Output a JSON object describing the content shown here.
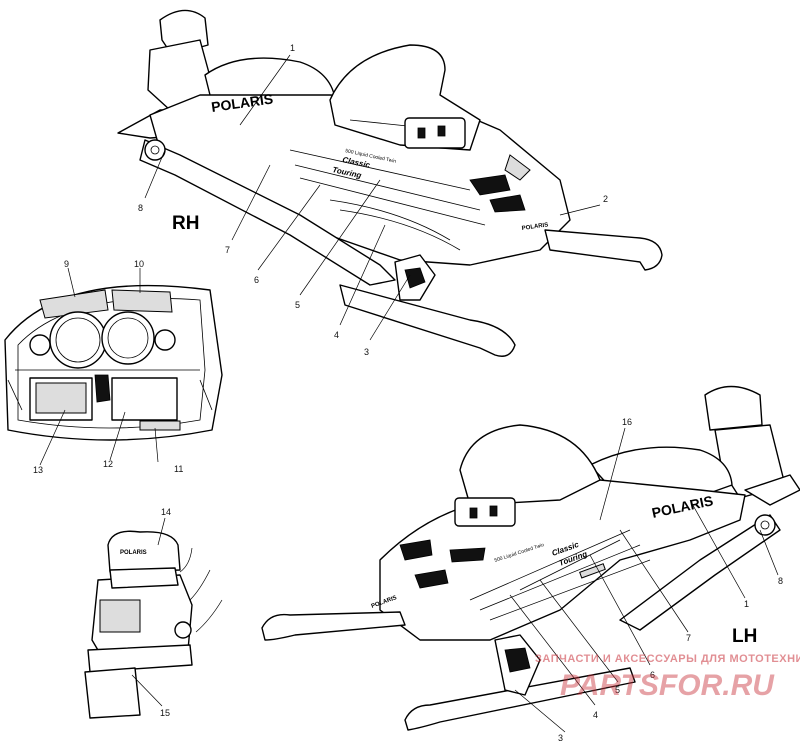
{
  "labels": {
    "rh": "RH",
    "lh": "LH"
  },
  "brand": {
    "hood_decal": "POLARIS",
    "windshield_decal": "POLARIS"
  },
  "model_decal": {
    "line1": "Classic",
    "line2": "Touring"
  },
  "stripe_text": "500 Liquid Cooled Twin",
  "callouts_rh": [
    "1",
    "2",
    "3",
    "4",
    "5",
    "6",
    "7",
    "8"
  ],
  "callouts_dash": [
    "9",
    "10",
    "11",
    "12",
    "13"
  ],
  "callouts_seat": [
    "14",
    "15"
  ],
  "callouts_lh": [
    "16",
    "1",
    "8",
    "7",
    "6",
    "5",
    "4",
    "3"
  ],
  "watermark": {
    "tagline": "ЗАПЧАСТИ И АКСЕССУАРЫ ДЛЯ МОТОТЕХНИКИ",
    "site": "PARTSFOR.RU"
  }
}
